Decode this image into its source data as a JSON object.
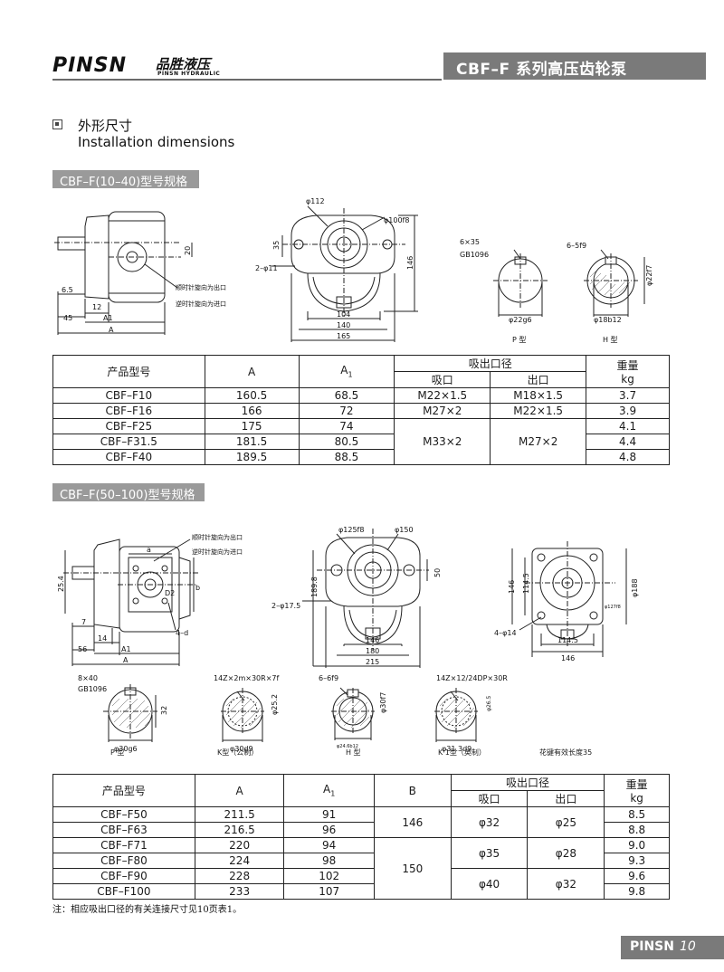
{
  "header": {
    "logo": "PINSN",
    "logo_cn": "品胜液压",
    "logo_en": "PINSN HYDRAULIC",
    "title": "CBF–F 系列高压齿轮泵"
  },
  "section": {
    "title_cn": "外形尺寸",
    "title_en": "Installation dimensions"
  },
  "spec1": {
    "band": "CBF–F(10–40)型号规格",
    "side": {
      "d_6_5": "6.5",
      "d_12": "12",
      "d_45": "45",
      "d_A1": "A1",
      "d_A": "A",
      "d_20": "20",
      "note_out": "顺时针旋向为出口",
      "note_in": "逆时针旋向为进口"
    },
    "front": {
      "d_112": "φ112",
      "d_100f8": "φ100f8",
      "d_35": "35",
      "d_2phi11": "2–φ11",
      "d_104": "104",
      "d_140": "140",
      "d_165": "165",
      "d_146": "146"
    },
    "shafts": {
      "key": "6×35",
      "std": "GB1096",
      "p_dia": "φ22g6",
      "p_label": "P 型",
      "spline": "6–5f9",
      "h_dia1": "φ22f7",
      "h_dia2": "φ18b12",
      "h_label": "H 型"
    }
  },
  "table1": {
    "headers": {
      "model": "产品型号",
      "a": "A",
      "a1": "A",
      "a1_sub": "1",
      "port": "吸出口径",
      "in": "吸口",
      "out": "出口",
      "weight": "重量",
      "kg": "kg"
    },
    "rows": [
      {
        "model": "CBF–F10",
        "a": "160.5",
        "a1": "68.5",
        "in": "M22×1.5",
        "out": "M18×1.5",
        "kg": "3.7"
      },
      {
        "model": "CBF–F16",
        "a": "166",
        "a1": "72",
        "in": "M27×2",
        "out": "M22×1.5",
        "kg": "3.9"
      },
      {
        "model": "CBF–F25",
        "a": "175",
        "a1": "74",
        "kg": "4.1"
      },
      {
        "model": "CBF–F31.5",
        "a": "181.5",
        "a1": "80.5",
        "kg": "4.4"
      },
      {
        "model": "CBF–F40",
        "a": "189.5",
        "a1": "88.5",
        "kg": "4.8"
      }
    ],
    "merged_in": "M33×2",
    "merged_out": "M27×2"
  },
  "spec2": {
    "band": "CBF–F(50–100)型号规格",
    "side": {
      "d_25_4": "25.4",
      "d_7": "7",
      "d_14": "14",
      "d_56": "56",
      "d_A1": "A1",
      "d_A": "A",
      "d_a": "a",
      "d_b": "b",
      "d_D2": "D2",
      "d_4d": "4–d",
      "note_out": "顺时针旋向为出口",
      "note_in": "逆时针旋向为进口"
    },
    "front": {
      "d_125f8": "φ125f8",
      "d_150": "φ150",
      "d_189_8": "189.8",
      "d_50": "50",
      "d_2phi17_5": "2–φ17.5",
      "d_146": "146",
      "d_180": "180",
      "d_215": "215"
    },
    "square": {
      "d_146v": "146",
      "d_114_5v": "114.5",
      "d_188": "φ188",
      "d_127f8": "φ127f8",
      "d_4phi14": "4–φ14",
      "d_114_5h": "114.5",
      "d_146h": "146"
    },
    "shafts": {
      "p_key": "8×40",
      "p_std": "GB1096",
      "p_32": "32",
      "p_dia": "φ30g6",
      "p_label": "P  型",
      "k_spec": "14Z×2m×30R×7f",
      "k_25_2": "φ25.2",
      "k_dia": "φ30d9",
      "k_label": "K型（公制）",
      "h_spec": "6–6f9",
      "h_30f7": "φ30f7",
      "h_inner": "φ24.6b12",
      "h_label": "H 型",
      "k1_spec": "14Z×12/24DP×30R",
      "k1_26_5": "φ26.5",
      "k1_dia": "φ31.3d9",
      "k1_label": "K 1型（英制）",
      "spline_note": "花键有效长度35"
    }
  },
  "table2": {
    "headers": {
      "model": "产品型号",
      "a": "A",
      "a1": "A",
      "a1_sub": "1",
      "b": "B",
      "port": "吸出口径",
      "in": "吸口",
      "out": "出口",
      "weight": "重量",
      "kg": "kg"
    },
    "rows": [
      {
        "model": "CBF–F50",
        "a": "211.5",
        "a1": "91",
        "kg": "8.5"
      },
      {
        "model": "CBF–F63",
        "a": "216.5",
        "a1": "96",
        "kg": "8.8"
      },
      {
        "model": "CBF–F71",
        "a": "220",
        "a1": "94",
        "kg": "9.0"
      },
      {
        "model": "CBF–F80",
        "a": "224",
        "a1": "98",
        "kg": "9.3"
      },
      {
        "model": "CBF–F90",
        "a": "228",
        "a1": "102",
        "kg": "9.6"
      },
      {
        "model": "CBF–F100",
        "a": "233",
        "a1": "107",
        "kg": "9.8"
      }
    ],
    "b_146": "146",
    "b_150": "150",
    "port1_in": "φ32",
    "port1_out": "φ25",
    "port2_in": "φ35",
    "port2_out": "φ28",
    "port3_in": "φ40",
    "port3_out": "φ32"
  },
  "note": "注：相应吸出口径的有关连接尺寸见10页表1。",
  "footer": {
    "brand": "PINSN",
    "page": "10"
  }
}
